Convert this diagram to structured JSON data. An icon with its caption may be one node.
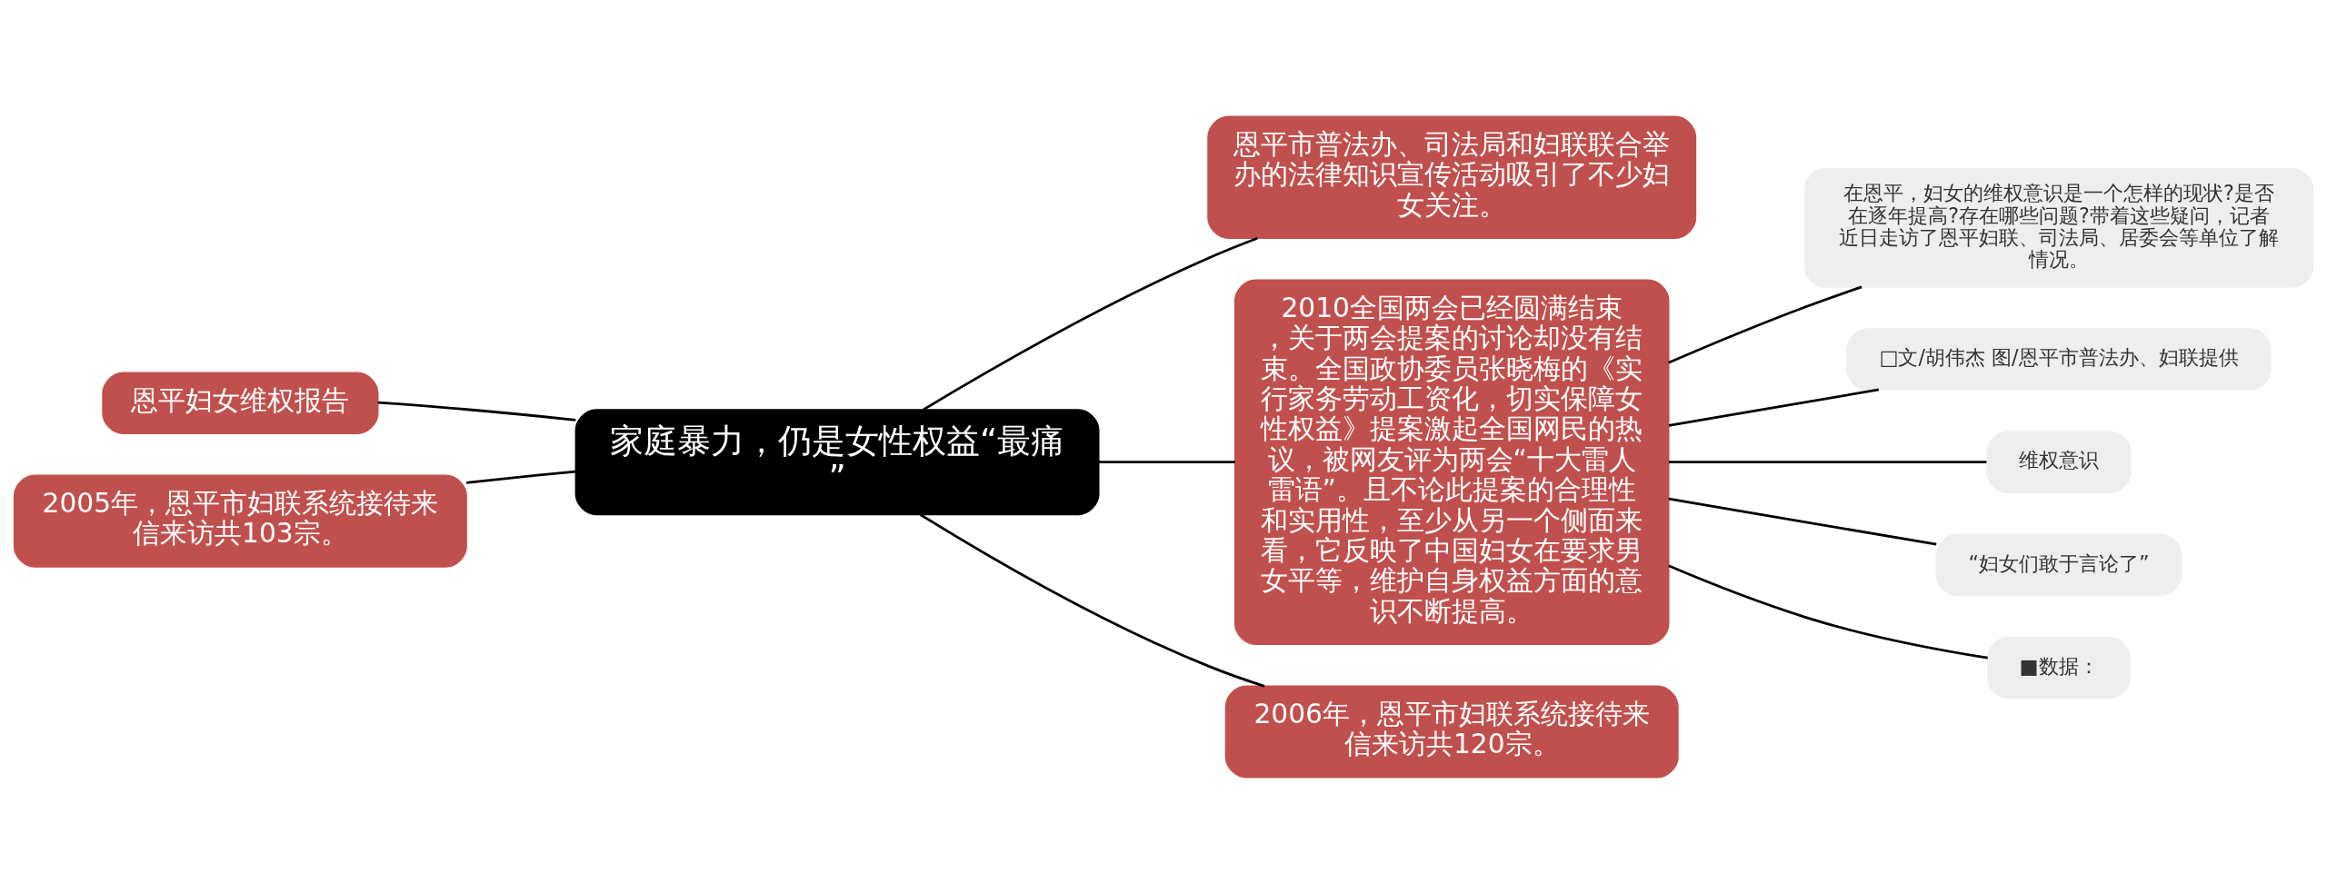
{
  "diagram": {
    "nodes": [
      {
        "text": [
          "家庭暴力，仍是女性权益“最痛”"
        ]
      },
      {
        "text": [
          "恩平妇女维权报告"
        ]
      },
      {
        "text": [
          "2005年，恩平市妇联系统接待来信来访共103宗。"
        ]
      },
      {
        "text": [
          "恩平市普法办、司法局和妇联联合举办的法律知识宣传活动吸引了不少妇女关注。"
        ]
      },
      {
        "text": [
          "2010全国两会已经圆满结束，关于两会提案的讨论却没有结束。全国政协委员张晓梅的《实行家务劳动工资化，切实保障女性权益》提案激起全国网民的热议，被网友评为两会“十大雷人雷语”。且不论此提案的合理性和实用性，至少从另一个侧面来看，它反映了中国妇女在要求男女平等，维护自身权益方面的意识不断提高。"
        ]
      },
      {
        "text": [
          "在恩平，妇女的维权意识是一个怎样的现状?是否在逐年提高?存在哪些问题?带着这些疑问，记者近日走访了恩平妇联、司法局、居委会等单位了解情况。"
        ]
      },
      {
        "text": [
          "□文/胡伟杰 图/恩平市普法办、妇联提供"
        ]
      },
      {
        "text": [
          "维权意识"
        ]
      },
      {
        "text": [
          "“妇女们敢于言论了”"
        ]
      },
      {
        "text": [
          "■数据："
        ]
      },
      {
        "text": [
          "2006年，恩平市妇联系统接待来信来访共120宗。"
        ]
      }
    ],
    "edges": [
      {
        "from": 0,
        "to": 1,
        "arrow": "none"
      },
      {
        "from": 0,
        "to": 2,
        "arrow": "none"
      },
      {
        "from": 0,
        "to": 3,
        "arrow": "none"
      },
      {
        "from": 0,
        "to": 4,
        "arrow": "none"
      },
      {
        "from": 0,
        "to": 10,
        "arrow": "none"
      },
      {
        "from": 4,
        "to": 5,
        "arrow": "none"
      },
      {
        "from": 4,
        "to": 6,
        "arrow": "none"
      },
      {
        "from": 4,
        "to": 7,
        "arrow": "none"
      },
      {
        "from": 4,
        "to": 8,
        "arrow": "none"
      },
      {
        "from": 4,
        "to": 9,
        "arrow": "none"
      }
    ]
  }
}
